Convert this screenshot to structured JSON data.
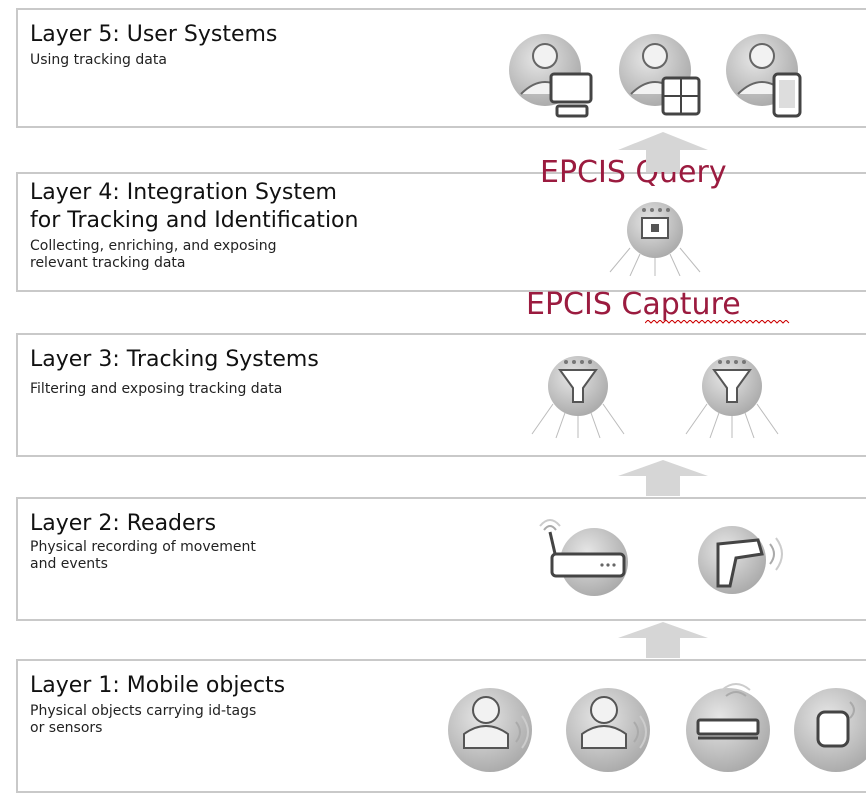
{
  "layers": [
    {
      "title": "Layer 5: User Systems",
      "subtitle": [
        "Using tracking data"
      ]
    },
    {
      "title": [
        "Layer 4: Integration System",
        "for Tracking and Identification"
      ],
      "subtitle": [
        "Collecting, enriching, and exposing",
        "relevant tracking data"
      ]
    },
    {
      "title": "Layer 3: Tracking Systems",
      "subtitle": [
        "Filtering and exposing tracking data"
      ]
    },
    {
      "title": "Layer 2: Readers",
      "subtitle": [
        "Physical recording of movement",
        "and events"
      ]
    },
    {
      "title": "Layer 1: Mobile objects",
      "subtitle": [
        "Physical objects carrying id-tags",
        "or sensors"
      ]
    }
  ],
  "protocols": {
    "query": "EPCIS Query",
    "capture": "EPCIS Capture"
  },
  "colors": {
    "protocol_text": "#9b1b3f",
    "icon_fill": "#bdbdbd",
    "arrow_fill": "#d6d6d6",
    "border": "#c9c9c9"
  },
  "icons": {
    "layer5": [
      "user-desktop-icon",
      "user-dashboard-icon",
      "user-mobile-icon"
    ],
    "layer4": [
      "integration-hub-icon"
    ],
    "layer3": [
      "filter-icon",
      "filter-icon"
    ],
    "layer2": [
      "rfid-reader-icon",
      "barcode-scanner-icon"
    ],
    "layer1": [
      "tagged-person-icon",
      "tagged-person-icon",
      "tagged-bed-icon",
      "tagged-device-icon"
    ]
  }
}
